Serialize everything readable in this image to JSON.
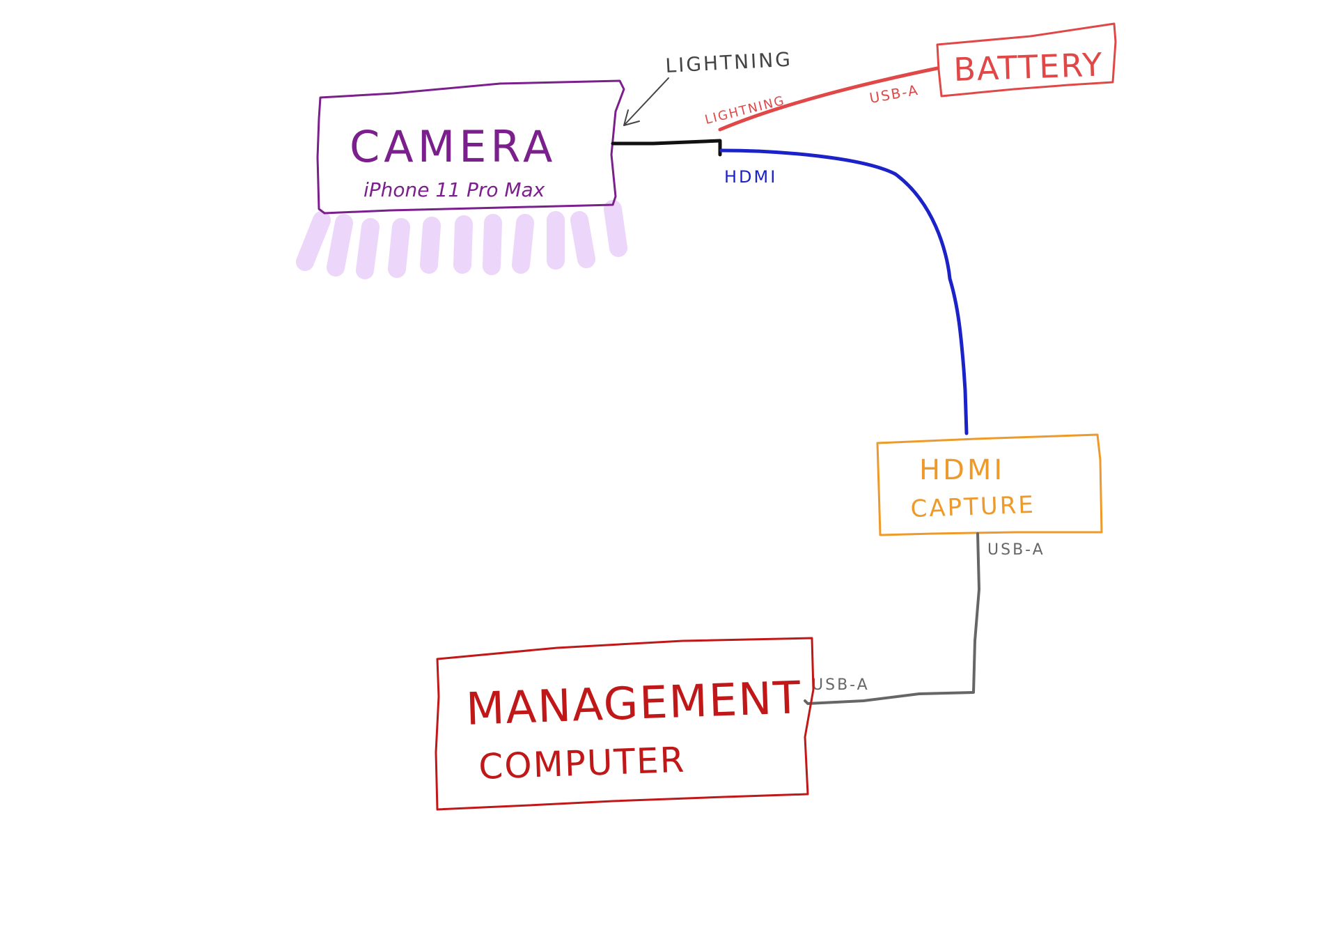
{
  "nodes": {
    "camera": {
      "title": "CAMERA",
      "subtitle": "iPhone 11 Pro Max",
      "color": "#7a1f8c"
    },
    "battery": {
      "title": "BATTERY",
      "color": "#e04848"
    },
    "hdmi_capture": {
      "title": "HDMI",
      "subtitle": "CAPTURE",
      "color": "#ee9a2a"
    },
    "management_computer": {
      "title": "MANAGEMENT",
      "subtitle": "COMPUTER",
      "color": "#c01818"
    }
  },
  "connectors": {
    "lightning_callout": {
      "label": "LIGHTNING",
      "color": "#444444"
    },
    "camera_adapter": {
      "color": "#111111"
    },
    "power_cable": {
      "label_near": "LIGHTNING",
      "label_far": "USB-A",
      "color": "#e04848"
    },
    "hdmi_cable": {
      "label": "HDMI",
      "color": "#1a22c8"
    },
    "usb_cable": {
      "label_top": "USB-A",
      "label_bottom": "USB-A",
      "color": "#666666"
    }
  },
  "tripod": {
    "color": "#ecd6f9"
  }
}
